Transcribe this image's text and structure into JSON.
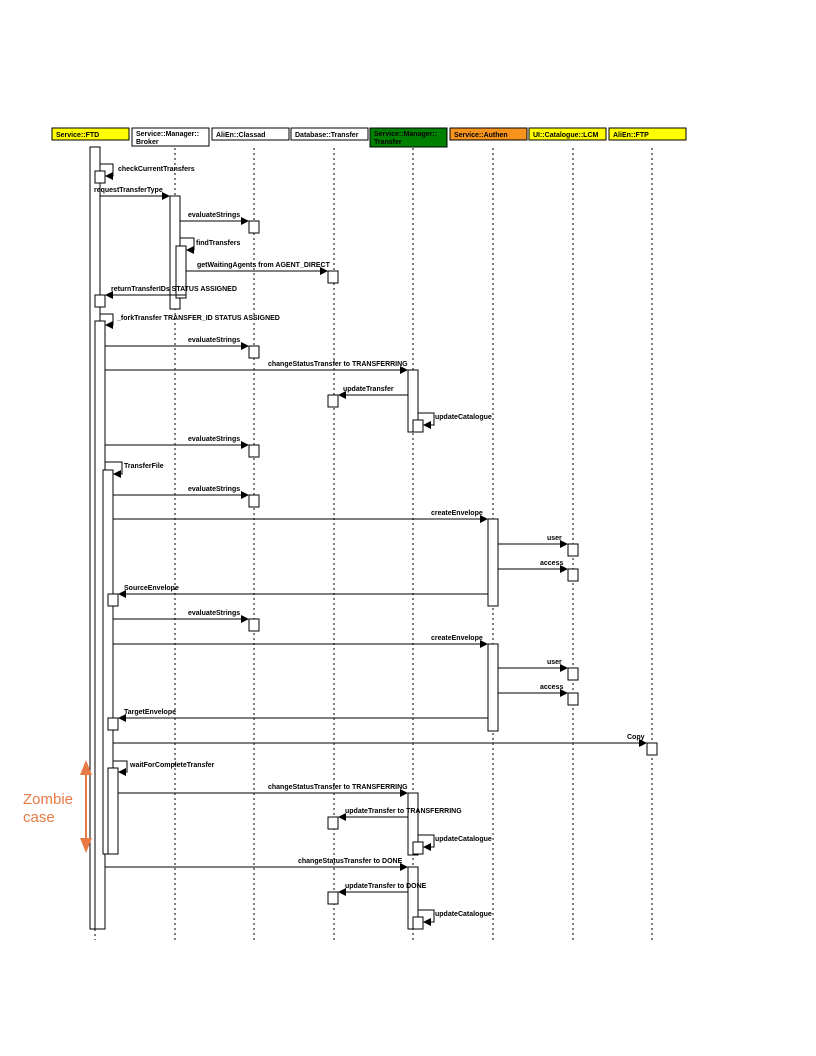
{
  "participants": [
    {
      "id": "ftd",
      "lines": [
        "Service::FTD"
      ],
      "fill": "#ffff00",
      "text_color": "#000000"
    },
    {
      "id": "broker",
      "lines": [
        "Service::Manager::",
        "Broker"
      ],
      "fill": "#ffffff",
      "text_color": "#000000"
    },
    {
      "id": "classad",
      "lines": [
        "AliEn::Classad"
      ],
      "fill": "#ffffff",
      "text_color": "#000000"
    },
    {
      "id": "dbtransfer",
      "lines": [
        "Database::Transfer"
      ],
      "fill": "#ffffff",
      "text_color": "#000000"
    },
    {
      "id": "mgrtransfer",
      "lines": [
        "Service::Manager::",
        "Transfer"
      ],
      "fill": "#008000",
      "text_color": "#000000"
    },
    {
      "id": "authen",
      "lines": [
        "Service::Authen"
      ],
      "fill": "#f7941d",
      "text_color": "#000000"
    },
    {
      "id": "lcm",
      "lines": [
        "UI::Catalogue::LCM"
      ],
      "fill": "#ffff00",
      "text_color": "#000000"
    },
    {
      "id": "ftp",
      "lines": [
        "AliEn::FTP"
      ],
      "fill": "#ffff00",
      "text_color": "#000000"
    }
  ],
  "messages": [
    {
      "id": "m1",
      "label": "checkCurrentTransfers"
    },
    {
      "id": "m2",
      "label": "requestTransferType"
    },
    {
      "id": "m3",
      "label": "evaluateStrings"
    },
    {
      "id": "m4",
      "label": "findTransfers"
    },
    {
      "id": "m5",
      "label": "getWaitingAgents from AGENT_DIRECT"
    },
    {
      "id": "m6",
      "label": "returnTransferIDs STATUS ASSIGNED"
    },
    {
      "id": "m7",
      "label": "_forkTransfer TRANSFER_ID STATUS ASSIGNED"
    },
    {
      "id": "m8",
      "label": "evaluateStrings"
    },
    {
      "id": "m9",
      "label": "changeStatusTransfer to TRANSFERRING"
    },
    {
      "id": "m10",
      "label": "updateTransfer"
    },
    {
      "id": "m11",
      "label": "updateCatalogue"
    },
    {
      "id": "m12",
      "label": "evaluateStrings"
    },
    {
      "id": "m13",
      "label": "TransferFile"
    },
    {
      "id": "m14",
      "label": "evaluateStrings"
    },
    {
      "id": "m15",
      "label": "createEnvelope"
    },
    {
      "id": "m16",
      "label": "user"
    },
    {
      "id": "m17",
      "label": "access"
    },
    {
      "id": "m18",
      "label": "SourceEnvelope"
    },
    {
      "id": "m19",
      "label": "evaluateStrings"
    },
    {
      "id": "m20",
      "label": "createEnvelope"
    },
    {
      "id": "m21",
      "label": "user"
    },
    {
      "id": "m22",
      "label": "access"
    },
    {
      "id": "m23",
      "label": "TargetEnvelope"
    },
    {
      "id": "m24",
      "label": "Copy"
    },
    {
      "id": "m25",
      "label": "waitForCompleteTransfer"
    },
    {
      "id": "m26",
      "label": "changeStatusTransfer to TRANSFERRING"
    },
    {
      "id": "m27",
      "label": "updateTransfer to TRANSFERRING"
    },
    {
      "id": "m28",
      "label": "updateCatalogue"
    },
    {
      "id": "m29",
      "label": "changeStatusTransfer to DONE"
    },
    {
      "id": "m30",
      "label": "updateTransfer to DONE"
    },
    {
      "id": "m31",
      "label": "updateCatalogue"
    }
  ],
  "annotation": {
    "lines": [
      "Zombie",
      "case"
    ],
    "color": "#e87a45"
  }
}
